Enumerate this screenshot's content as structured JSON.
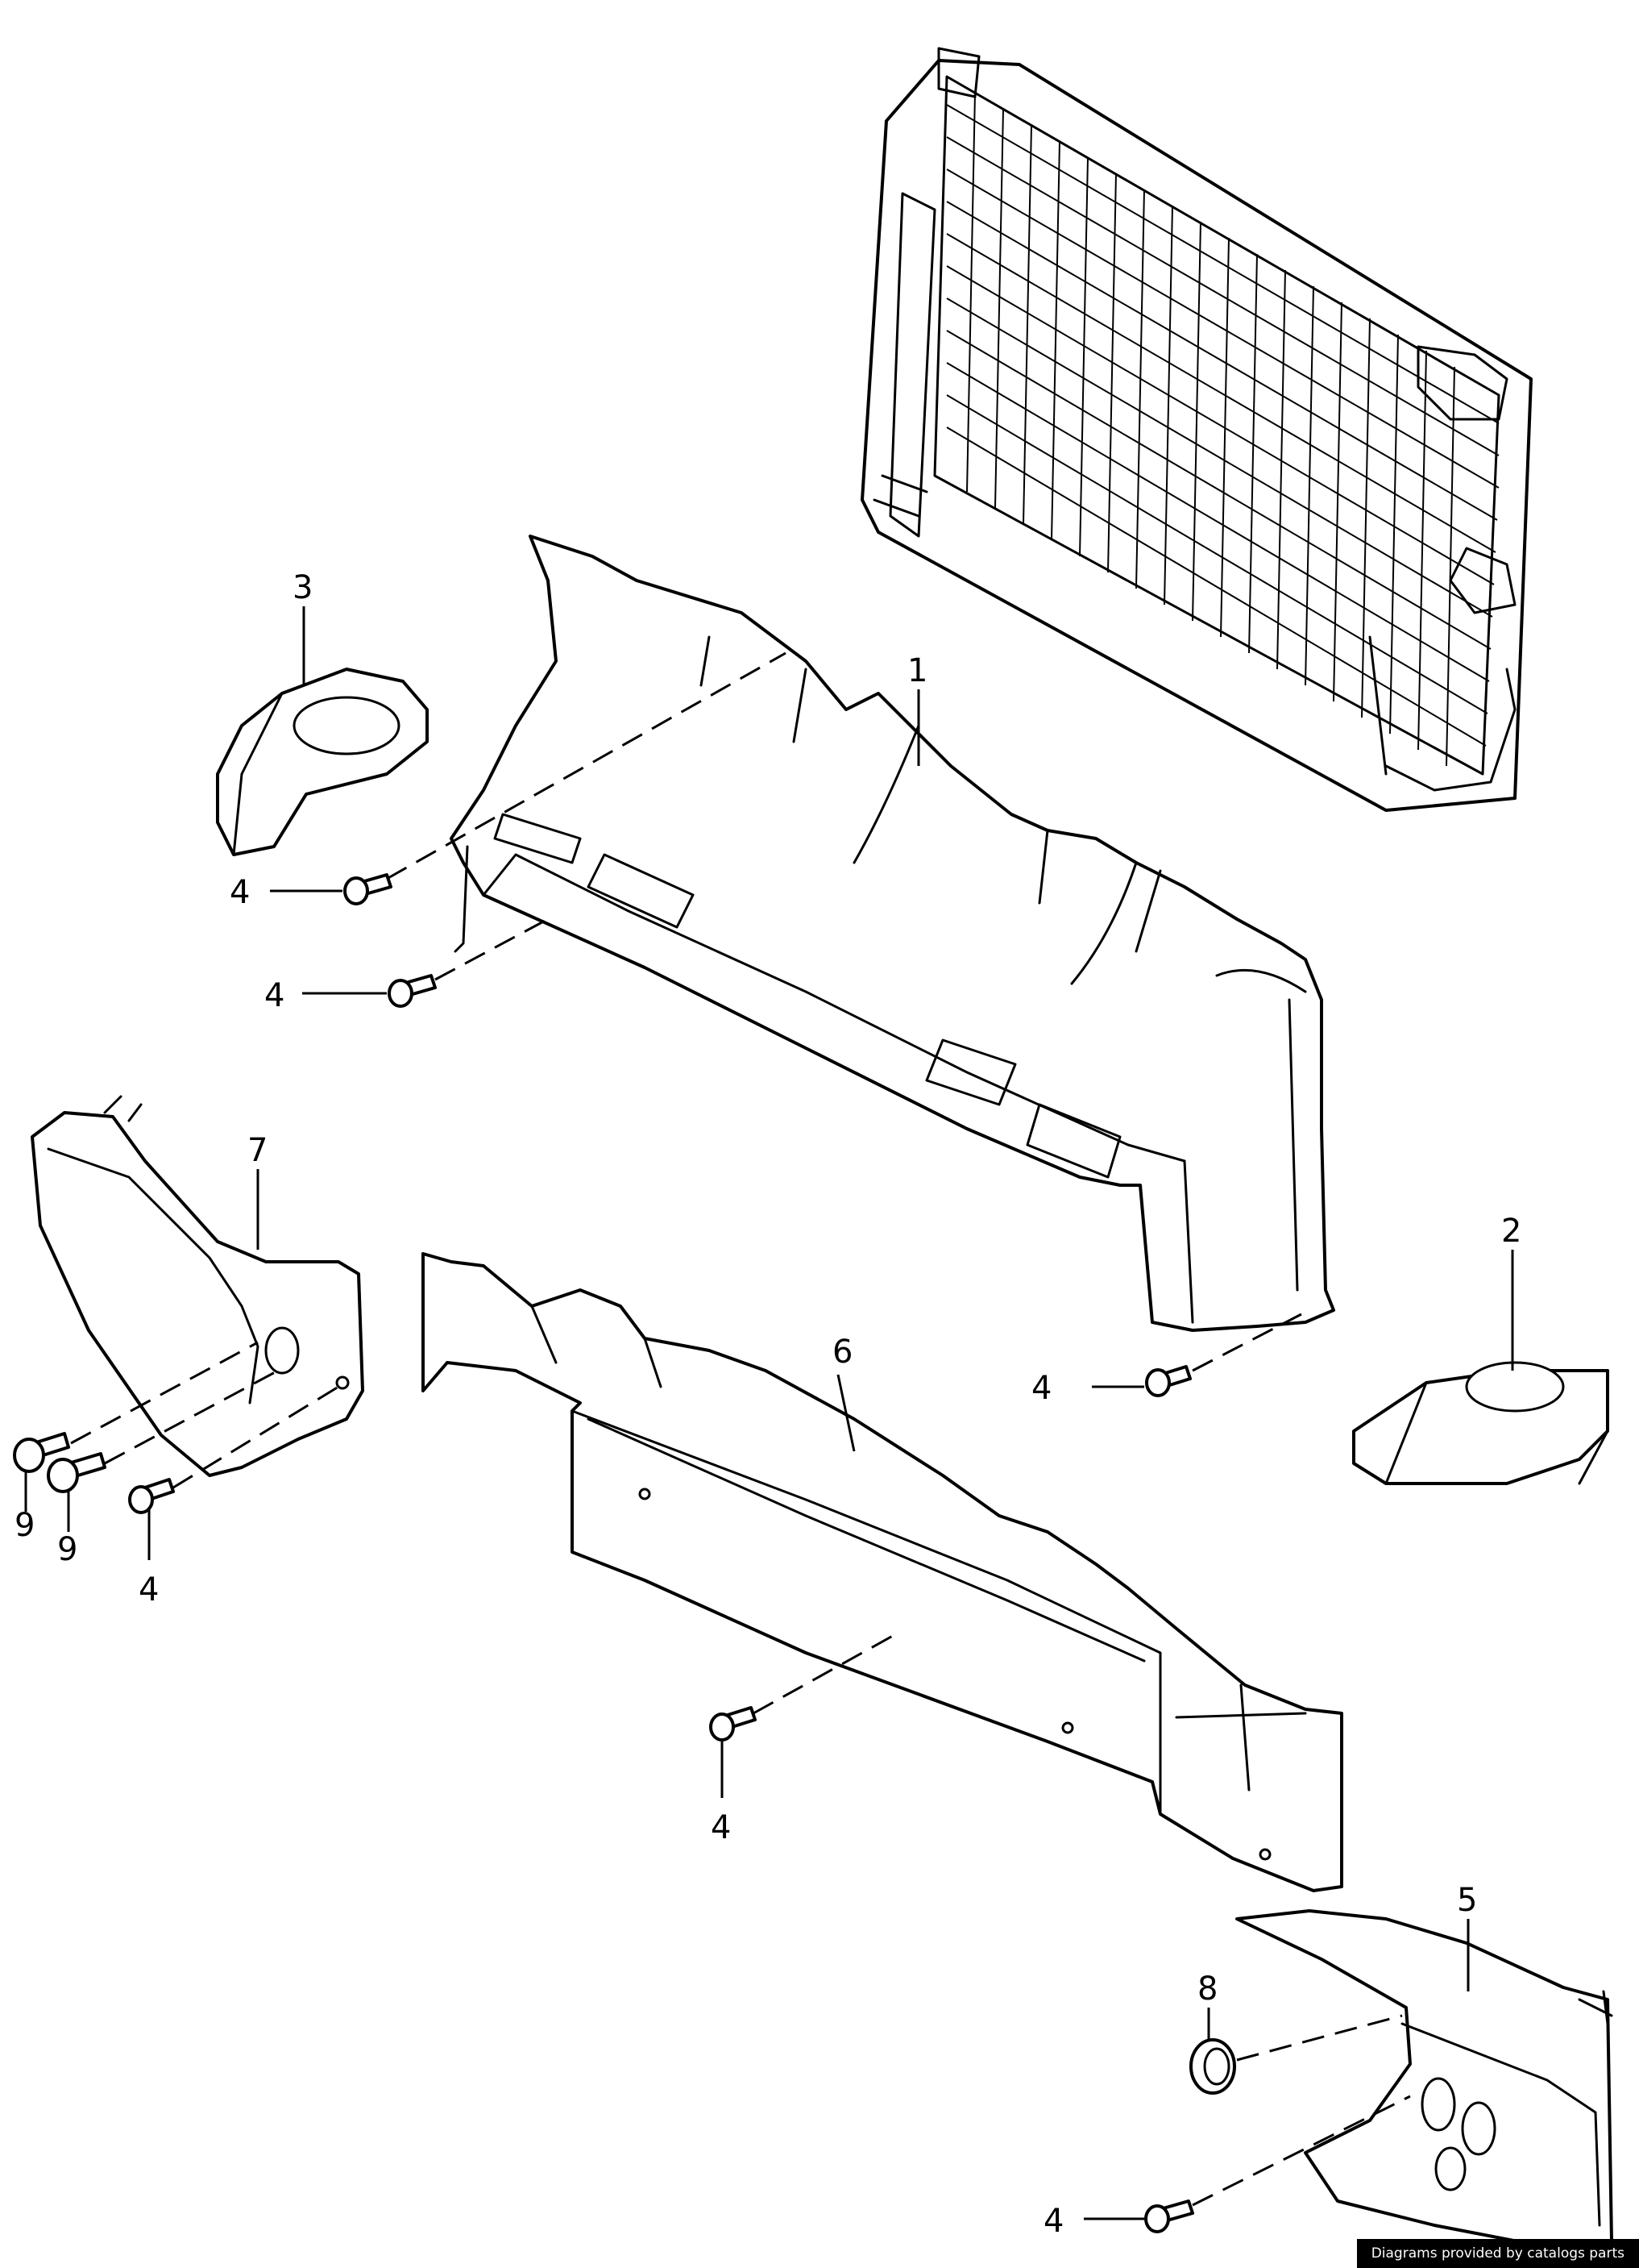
{
  "diagram": {
    "callouts": {
      "c1": "1",
      "c2": "2",
      "c3": "3",
      "c4a": "4",
      "c4b": "4",
      "c4c": "4",
      "c4d": "4",
      "c4e": "4",
      "c4f": "4",
      "c5": "5",
      "c6": "6",
      "c7": "7",
      "c8": "8",
      "c9a": "9",
      "c9b": "9"
    }
  },
  "footer": {
    "credit": "Diagrams provided by catalogs parts"
  }
}
